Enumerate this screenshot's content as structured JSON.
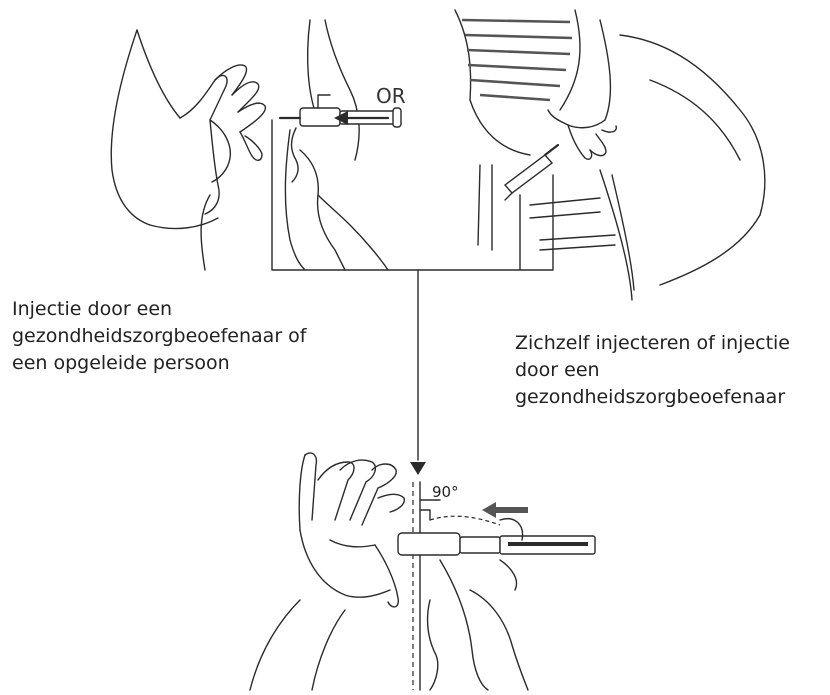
{
  "labels": {
    "or_label": "OR",
    "left_caption": "Injectie door een\ngezondheidszorgbeoefenaar of\neen opgeleide persoon",
    "right_caption": "Zichzelf injecteren of injectie\ndoor een\ngezondheidszorgbeoefenaar",
    "angle_label": "90°"
  },
  "icons": [
    "arm-injection-illustration",
    "thigh-injection-illustration",
    "syringe-icon",
    "arrow-icon",
    "hand-pinching-skin-illustration"
  ],
  "colors": {
    "line": "#2b2b2b",
    "background": "#ffffff"
  }
}
